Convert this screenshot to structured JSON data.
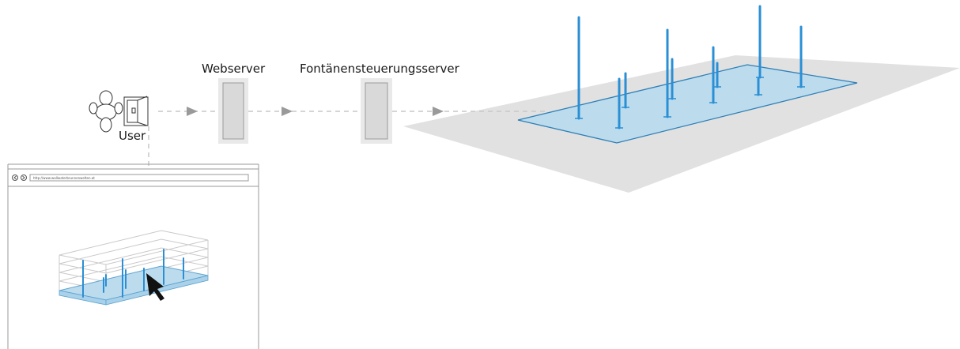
{
  "labels": {
    "webserver": "Webserver",
    "fountain_server": "Fontänensteuerungsserver",
    "user": "User"
  },
  "browser": {
    "url": "http://www.wallwaterbrunnenwelten.at"
  },
  "colors": {
    "water_blue": "#bcdcee",
    "pole_blue": "#2a8fd4",
    "ground_gray": "#e1e1e1",
    "server_fill": "#d9d9d9",
    "arrow_gray": "#9a9a9a"
  }
}
